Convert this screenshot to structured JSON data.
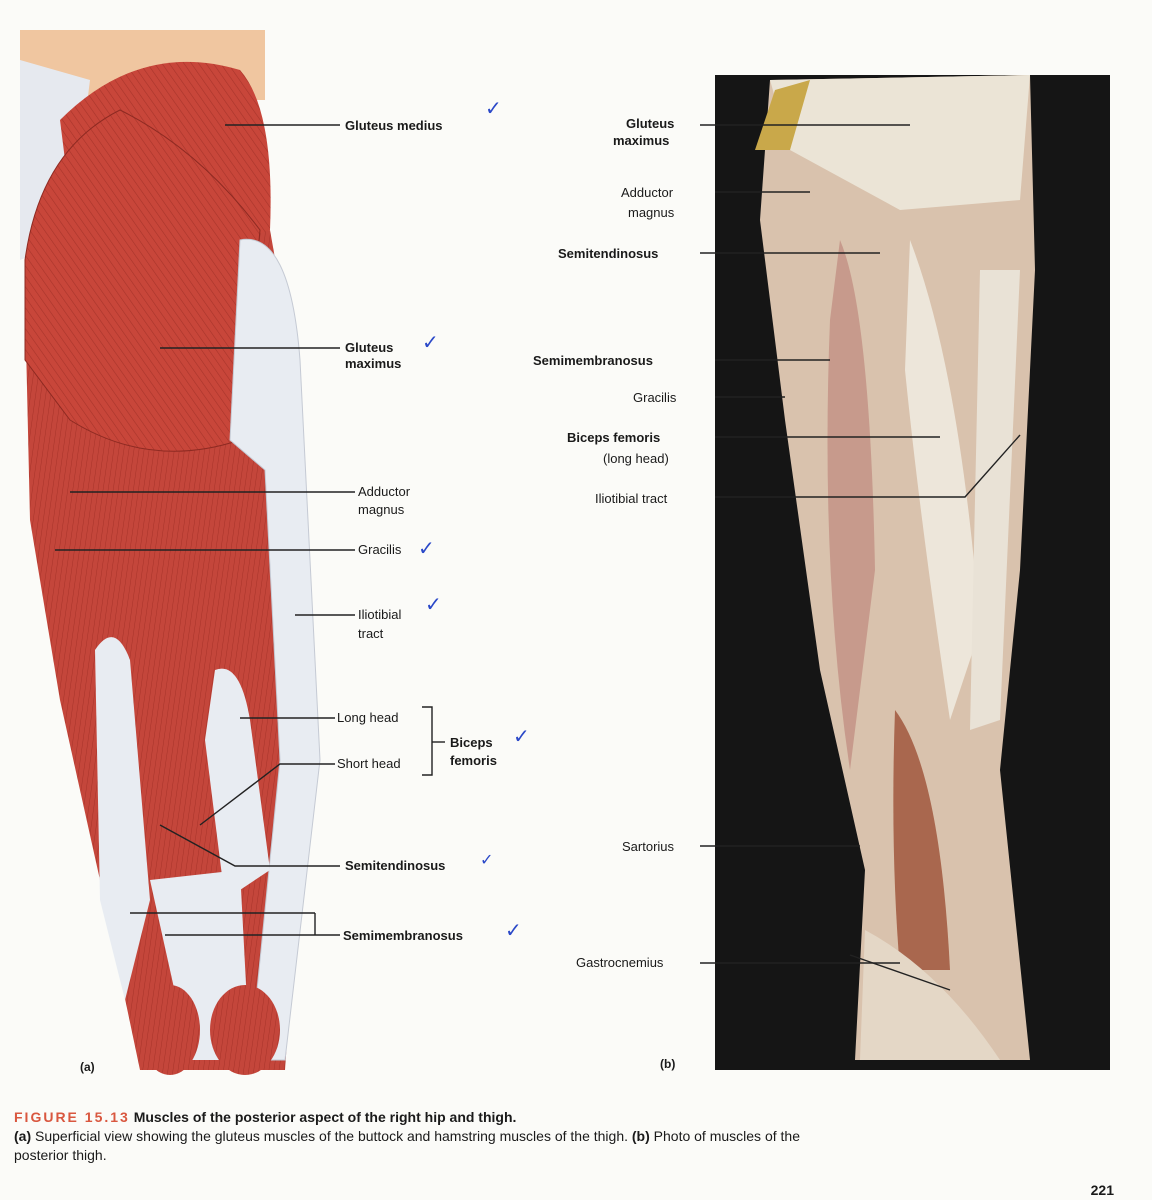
{
  "panel_a": {
    "tag": "(a)",
    "labels": {
      "gluteus_medius": "Gluteus medius",
      "gluteus_maximus_1": "Gluteus",
      "gluteus_maximus_2": "maximus",
      "adductor_magnus_1": "Adductor",
      "adductor_magnus_2": "magnus",
      "gracilis": "Gracilis",
      "iliotibial_1": "Iliotibial",
      "iliotibial_2": "tract",
      "long_head": "Long head",
      "short_head": "Short head",
      "biceps_1": "Biceps",
      "biceps_2": "femoris",
      "semitendinosus": "Semitendinosus",
      "semimembranosus": "Semimembranosus"
    },
    "check_mark": "✓"
  },
  "panel_b": {
    "tag": "(b)",
    "labels": {
      "gluteus_maximus_1": "Gluteus",
      "gluteus_maximus_2": "maximus",
      "adductor_magnus_1": "Adductor",
      "adductor_magnus_2": "magnus",
      "semitendinosus": "Semitendinosus",
      "semimembranosus": "Semimembranosus",
      "gracilis": "Gracilis",
      "biceps_1": "Biceps femoris",
      "biceps_2": "(long head)",
      "iliotibial": "Iliotibial tract",
      "sartorius": "Sartorius",
      "gastrocnemius": "Gastrocnemius"
    }
  },
  "caption": {
    "figure_number": "FIGURE 15.13",
    "title": "Muscles of the posterior aspect of the right hip and thigh.",
    "part_a_tag": "(a)",
    "part_a_text": "Superficial view showing the gluteus muscles of the buttock and hamstring muscles of the thigh.",
    "part_b_tag": "(b)",
    "part_b_text": "Photo of muscles of the posterior thigh."
  },
  "page_number": "221",
  "colors": {
    "muscle_red": "#c9453a",
    "tendon_white": "#e8ecf2",
    "photo_background": "#151515",
    "check_blue": "#2a48c8",
    "figure_label_red": "#d9573f"
  }
}
